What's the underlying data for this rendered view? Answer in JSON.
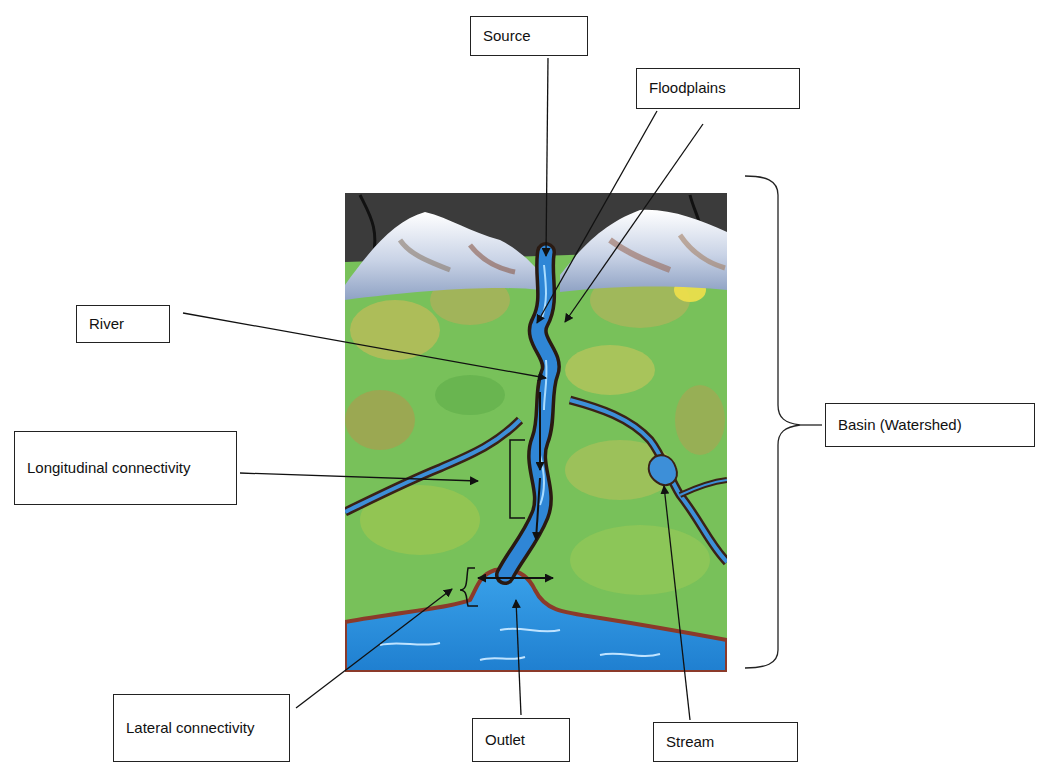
{
  "diagram": {
    "nodes": [
      {
        "text": [
          "Source"
        ]
      },
      {
        "text": [
          "Floodplains"
        ]
      },
      {
        "text": [
          "River"
        ]
      },
      {
        "text": [
          "Basin (Watershed)"
        ]
      },
      {
        "text": [
          "Longitudinal connectivity"
        ]
      },
      {
        "text": [
          "Lateral connectivity"
        ]
      },
      {
        "text": [
          "Outlet"
        ]
      },
      {
        "text": [
          "Stream"
        ]
      }
    ]
  }
}
